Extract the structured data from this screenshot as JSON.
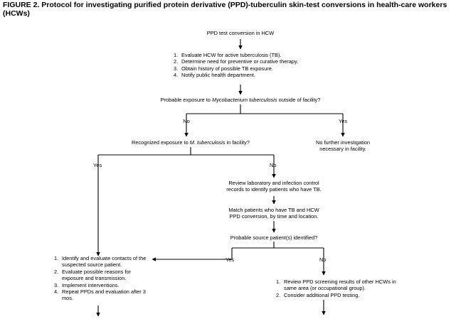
{
  "title": "FIGURE 2. Protocol for investigating purified protein derivative (PPD)-tuberculin skin-test conversions in health-care workers (HCWs)",
  "nodes": {
    "start": "PPD test conversion in HCW",
    "initial_steps": [
      "Evaluate HCW for active tuberculosis (TB).",
      "Determine need for preventive or curative therapy.",
      "Obtain history of possible TB exposure.",
      "Notify public health department."
    ],
    "q1": {
      "before": "Probable exposure to ",
      "italic": "Mycobacterium tuberculosis",
      "after": " outside of facility?"
    },
    "q1_no": "No",
    "q1_yes": "Yes",
    "no_further": [
      "No further investigation",
      "necessary in facility."
    ],
    "q2": {
      "before": "Recognized exposure to ",
      "italic": "M. tuberculosis",
      "after": " in facility?"
    },
    "q2_yes": "Yes",
    "q2_no": "No",
    "review_records": [
      "Review laboratory and infection control",
      "records to identify patients who have TB."
    ],
    "match_patients": [
      "Match patients who have TB and HCW",
      "PPD conversion, by time and location."
    ],
    "q3": "Probable source patient(s) identified?",
    "q3_yes": "Yes",
    "q3_no": "No",
    "contact_steps": [
      "Identify and evaluate contacts of the suspected source patient.",
      "Evaluate possible reasons for exposure and transmission.",
      "Implement interventions.",
      "Repeat PPDs and evaluation after 3 mos."
    ],
    "screening_steps": [
      "Review PPD screening results of other HCWs in same area (or occupational group).",
      "Consider additional PPD testing."
    ]
  }
}
